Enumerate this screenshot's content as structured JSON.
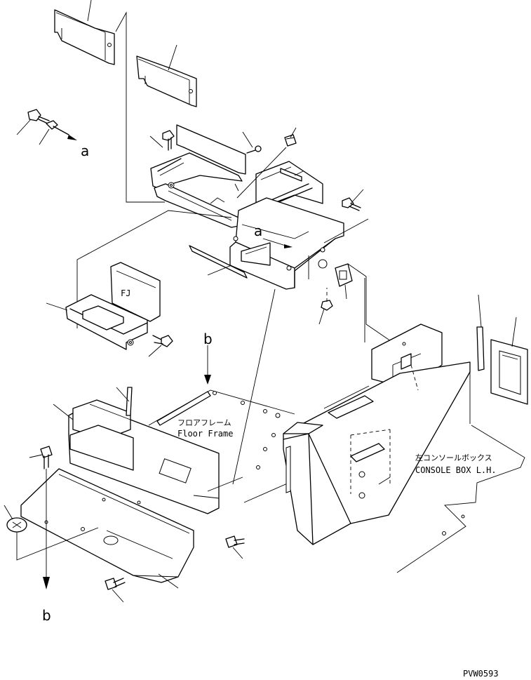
{
  "diagram": {
    "floor_frame_jp": "フロアフレーム",
    "floor_frame_en": "Floor Frame",
    "console_box_jp": "左コンソールボックス",
    "console_box_en": "CONSOLE BOX L.H.",
    "ref_a": "a",
    "ref_b": "b",
    "drawing_number": "PVW0593"
  }
}
